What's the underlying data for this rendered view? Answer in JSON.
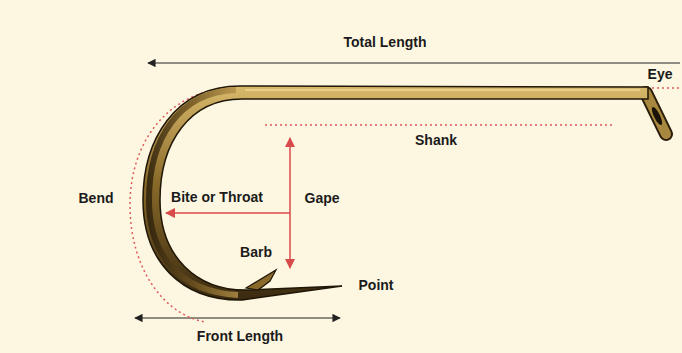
{
  "diagram": {
    "labels": [
      "Total Length",
      "Eye",
      "Shank",
      "Bend",
      "Bite or Throat",
      "Gape",
      "Barb",
      "Point",
      "Front Length"
    ]
  }
}
